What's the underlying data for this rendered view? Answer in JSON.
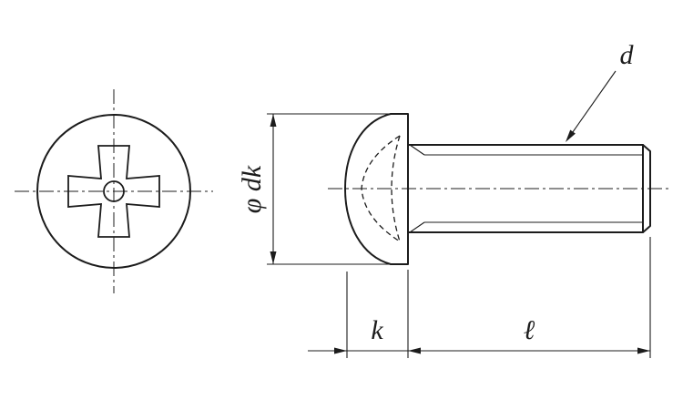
{
  "labels": {
    "thread_diameter": "d",
    "head_diameter": "φ dk",
    "head_height": "k",
    "shank_length": "ℓ"
  },
  "colors": {
    "line": "#1c1c1c",
    "background": "#ffffff"
  }
}
